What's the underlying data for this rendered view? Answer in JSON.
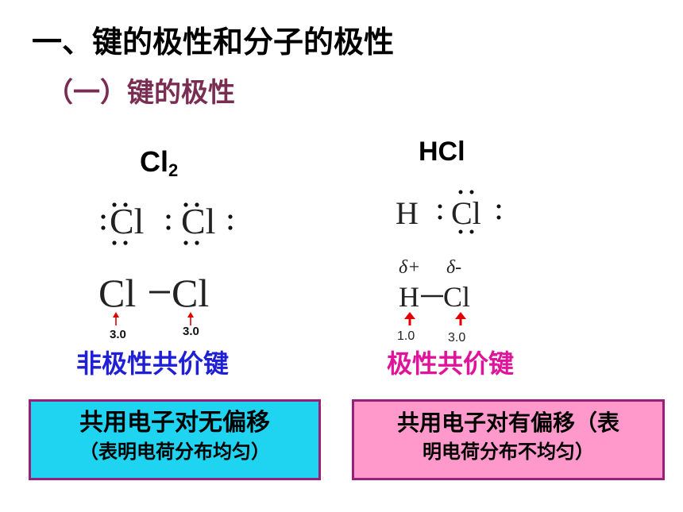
{
  "slide": {
    "title": "一、键的极性和分子的极性",
    "subtitle": "（一）键的极性"
  },
  "left": {
    "formula_main": "Cl",
    "formula_sub": "2",
    "dot_atom_1": "Cl",
    "dot_atom_2": "Cl",
    "struct_atom_1": "Cl",
    "struct_atom_2": "Cl",
    "en_1": "3.0",
    "en_2": "3.0",
    "bond_type": "非极性共价键",
    "box_line1": "共用电子对无偏移",
    "box_line2": "（表明电荷分布均匀）"
  },
  "right": {
    "formula": "HCl",
    "dot_atom_h": "H",
    "dot_atom_cl": "Cl",
    "delta_plus": "δ+",
    "delta_minus": "δ-",
    "struct_atom_h": "H",
    "struct_atom_cl": "Cl",
    "en_h": "1.0",
    "en_cl": "3.0",
    "bond_type": "极性共价键",
    "box_line1": "共用电子对有偏移（表",
    "box_line2": "明电荷分布不均匀）"
  },
  "colors": {
    "subtitle": "#7a2d52",
    "nonpolar_label": "#1f1fd6",
    "polar_label": "#e0149a",
    "nonpolar_box": "#1fd4f0",
    "polar_box": "#ff99cc",
    "box_border": "#9a1f7a",
    "arrow": "#e00000"
  }
}
